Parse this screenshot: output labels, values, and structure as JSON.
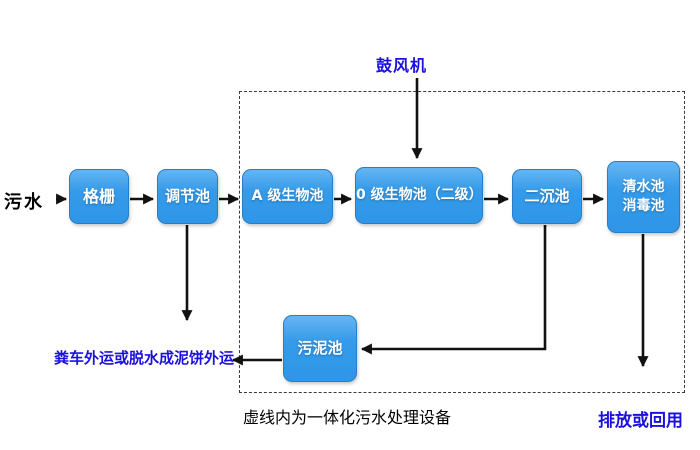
{
  "flow": {
    "inlet_label": "污水",
    "blower_label": "鼓风机",
    "boxes": {
      "grid_screen": "格栅",
      "regulating_tank": "调节池",
      "a_bio_tank": "A 级生物池",
      "o_bio_tank": "0 级生物池（二级）",
      "secondary_sed_tank": "二沉池",
      "clear_water_tank_line1": "清水池",
      "clear_water_tank_line2": "消毒池",
      "sludge_tank": "污泥池"
    },
    "notes": {
      "sludge_disposal": "粪车外运或脱水成泥饼外运",
      "equipment_scope": "虚线内为一体化污水处理设备",
      "effluent": "排放或回用"
    },
    "colors": {
      "box_fill": "#2f96e8",
      "box_fill_top": "#66b5f2",
      "box_border": "#2a7dc4",
      "box_text": "#ffffff",
      "highlight_text": "#1b10e0",
      "plain_text": "#000000",
      "arrow": "#111111",
      "background": "#ffffff"
    }
  }
}
